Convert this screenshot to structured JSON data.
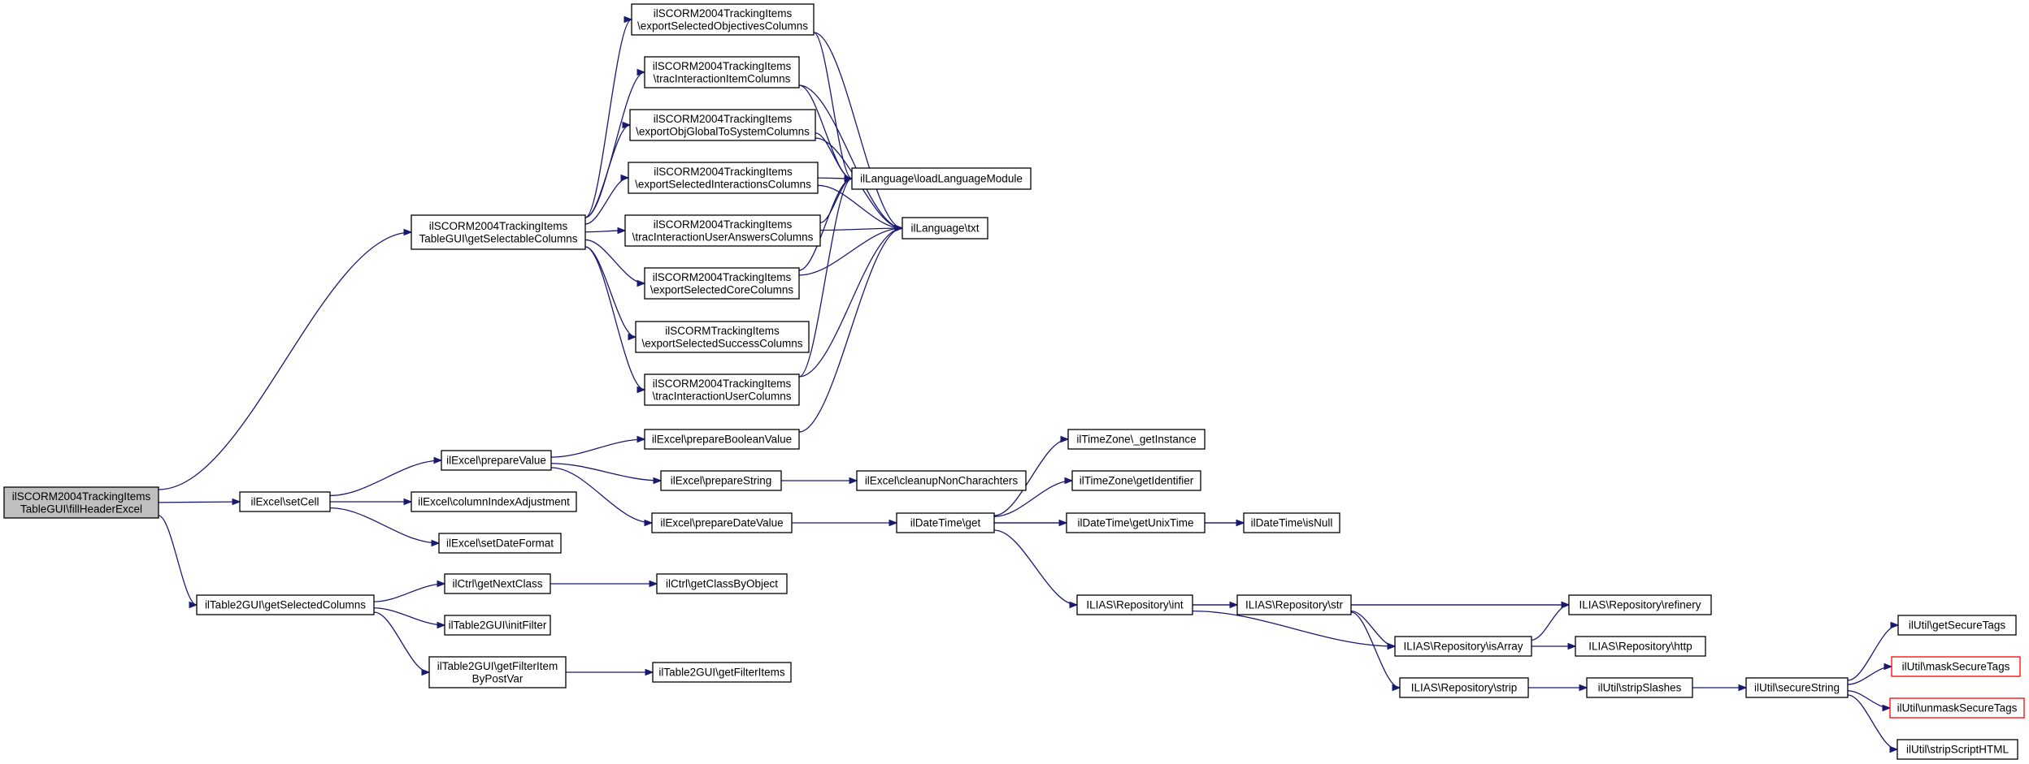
{
  "colors": {
    "edge": "#191970",
    "root_fill": "#bfbfbf",
    "truncated_border": "#ff0000"
  },
  "nodes": {
    "fill_header_excel": {
      "lines": [
        "ilSCORM2004TrackingItems",
        "TableGUI\\fillHeaderExcel"
      ],
      "style": "root"
    },
    "get_selectable_columns": {
      "lines": [
        "ilSCORM2004TrackingItems",
        "TableGUI\\getSelectableColumns"
      ]
    },
    "export_selected_objectives_columns": {
      "lines": [
        "ilSCORM2004TrackingItems",
        "\\exportSelectedObjectivesColumns"
      ]
    },
    "trac_interaction_item_columns": {
      "lines": [
        "ilSCORM2004TrackingItems",
        "\\tracInteractionItemColumns"
      ]
    },
    "export_obj_global_to_system_columns": {
      "lines": [
        "ilSCORM2004TrackingItems",
        "\\exportObjGlobalToSystemColumns"
      ]
    },
    "export_selected_interactions_columns": {
      "lines": [
        "ilSCORM2004TrackingItems",
        "\\exportSelectedInteractionsColumns"
      ]
    },
    "trac_interaction_user_answers_columns": {
      "lines": [
        "ilSCORM2004TrackingItems",
        "\\tracInteractionUserAnswersColumns"
      ]
    },
    "export_selected_core_columns": {
      "lines": [
        "ilSCORM2004TrackingItems",
        "\\exportSelectedCoreColumns"
      ]
    },
    "export_selected_success_columns": {
      "lines": [
        "ilSCORMTrackingItems",
        "\\exportSelectedSuccessColumns"
      ]
    },
    "trac_interaction_user_columns": {
      "lines": [
        "ilSCORM2004TrackingItems",
        "\\tracInteractionUserColumns"
      ]
    },
    "load_language_module": {
      "lines": [
        "ilLanguage\\loadLanguageModule"
      ]
    },
    "language_txt": {
      "lines": [
        "ilLanguage\\txt"
      ]
    },
    "excel_set_cell": {
      "lines": [
        "ilExcel\\setCell"
      ]
    },
    "excel_prepare_value": {
      "lines": [
        "ilExcel\\prepareValue"
      ]
    },
    "excel_column_index_adjustment": {
      "lines": [
        "ilExcel\\columnIndexAdjustment"
      ]
    },
    "excel_set_date_format": {
      "lines": [
        "ilExcel\\setDateFormat"
      ]
    },
    "excel_prepare_boolean_value": {
      "lines": [
        "ilExcel\\prepareBooleanValue"
      ]
    },
    "excel_prepare_string": {
      "lines": [
        "ilExcel\\prepareString"
      ]
    },
    "excel_prepare_date_value": {
      "lines": [
        "ilExcel\\prepareDateValue"
      ]
    },
    "excel_cleanup_non_charachters": {
      "lines": [
        "ilExcel\\cleanupNonCharachters"
      ]
    },
    "datetime_get": {
      "lines": [
        "ilDateTime\\get"
      ]
    },
    "timezone_get_instance": {
      "lines": [
        "ilTimeZone\\_getInstance"
      ]
    },
    "timezone_get_identifier": {
      "lines": [
        "ilTimeZone\\getIdentifier"
      ]
    },
    "datetime_get_unix_time": {
      "lines": [
        "ilDateTime\\getUnixTime"
      ]
    },
    "datetime_is_null": {
      "lines": [
        "ilDateTime\\isNull"
      ]
    },
    "table2gui_get_selected_columns": {
      "lines": [
        "ilTable2GUI\\getSelectedColumns"
      ]
    },
    "ctrl_get_next_class": {
      "lines": [
        "ilCtrl\\getNextClass"
      ]
    },
    "ctrl_get_class_by_object": {
      "lines": [
        "ilCtrl\\getClassByObject"
      ]
    },
    "table2gui_init_filter": {
      "lines": [
        "ilTable2GUI\\initFilter"
      ]
    },
    "table2gui_get_filter_item_by_post_var": {
      "lines": [
        "ilTable2GUI\\getFilterItem",
        "ByPostVar"
      ]
    },
    "table2gui_get_filter_items": {
      "lines": [
        "ilTable2GUI\\getFilterItems"
      ]
    },
    "repository_int": {
      "lines": [
        "ILIAS\\Repository\\int"
      ]
    },
    "repository_str": {
      "lines": [
        "ILIAS\\Repository\\str"
      ]
    },
    "repository_refinery": {
      "lines": [
        "ILIAS\\Repository\\refinery"
      ]
    },
    "repository_is_array": {
      "lines": [
        "ILIAS\\Repository\\isArray"
      ]
    },
    "repository_http": {
      "lines": [
        "ILIAS\\Repository\\http"
      ]
    },
    "repository_strip": {
      "lines": [
        "ILIAS\\Repository\\strip"
      ]
    },
    "util_strip_slashes": {
      "lines": [
        "ilUtil\\stripSlashes"
      ]
    },
    "util_secure_string": {
      "lines": [
        "ilUtil\\secureString"
      ]
    },
    "util_get_secure_tags": {
      "lines": [
        "ilUtil\\getSecureTags"
      ]
    },
    "util_mask_secure_tags": {
      "lines": [
        "ilUtil\\maskSecureTags"
      ],
      "style": "truncated"
    },
    "util_unmask_secure_tags": {
      "lines": [
        "ilUtil\\unmaskSecureTags"
      ],
      "style": "truncated"
    },
    "util_strip_script_html": {
      "lines": [
        "ilUtil\\stripScriptHTML"
      ]
    }
  }
}
